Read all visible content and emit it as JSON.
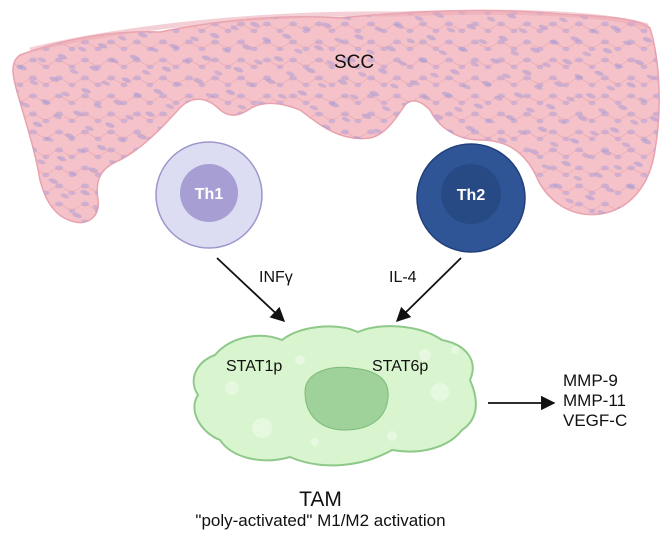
{
  "tissue": {
    "label": "SCC",
    "fill_color": "#f4c2c8",
    "cell_color": "#b9a6d6"
  },
  "th1": {
    "label": "Th1",
    "outer_color": "#dcdcf2",
    "inner_color": "#a79fd4"
  },
  "th2": {
    "label": "Th2",
    "outer_color": "#2f5597",
    "inner_color": "#274a85"
  },
  "signals": {
    "left": "INFγ",
    "right": "IL-4"
  },
  "tam_cell": {
    "stat_left": "STAT1p",
    "stat_right": "STAT6p",
    "body_color": "#d9f5cf",
    "nucleus_color": "#9fd19a"
  },
  "outputs": {
    "items": [
      "MMP-9",
      "MMP-11",
      "VEGF-C"
    ]
  },
  "caption": {
    "title": "TAM",
    "subtitle": "\"poly-activated\" M1/M2 activation"
  }
}
